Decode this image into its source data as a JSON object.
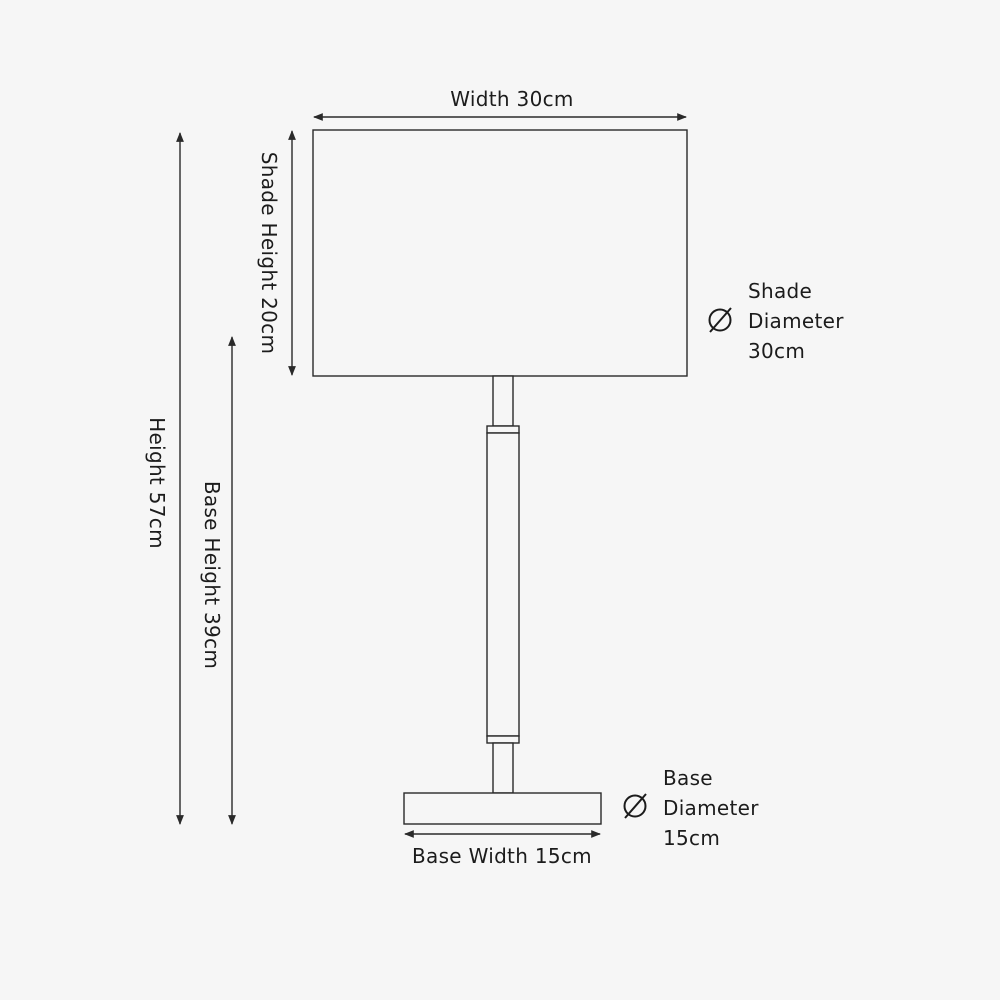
{
  "labels": {
    "width": "Width 30cm",
    "shade_height": "Shade Height 20cm",
    "height": "Height 57cm",
    "base_height": "Base Height 39cm",
    "base_width": "Base Width 15cm",
    "shade_diameter": [
      "Shade",
      "Diameter",
      "30cm"
    ],
    "base_diameter": [
      "Base",
      "Diameter",
      "15cm"
    ]
  },
  "icons": {
    "diameter_symbol": "diameter-icon"
  },
  "colors": {
    "background": "#f6f6f6",
    "line": "#2a2a2a",
    "text": "#1c1c1c"
  }
}
